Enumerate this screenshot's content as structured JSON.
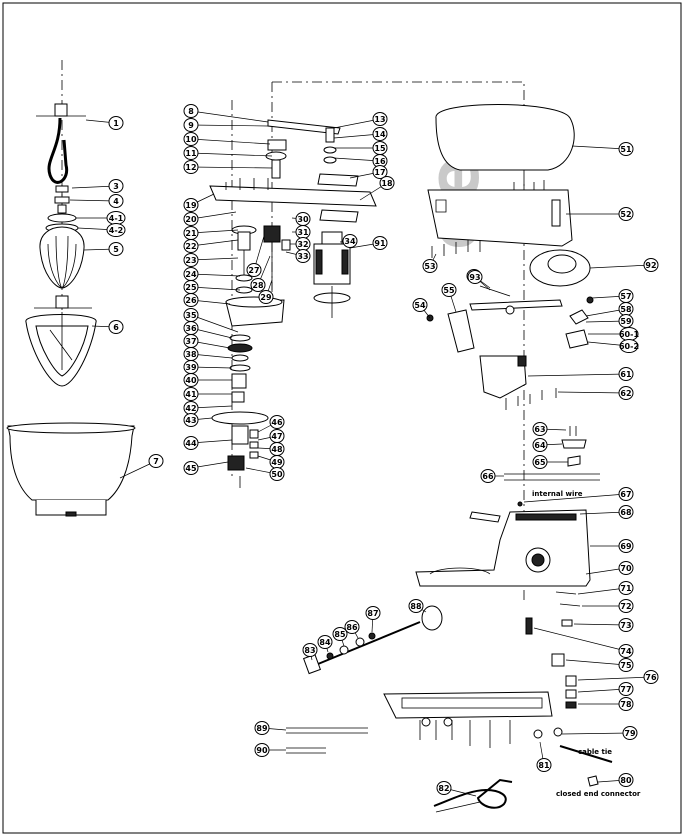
{
  "watermark": "ee",
  "callouts": [
    {
      "id": "c1",
      "label": "1"
    },
    {
      "id": "c3",
      "label": "3"
    },
    {
      "id": "c4",
      "label": "4"
    },
    {
      "id": "c4_1",
      "label": "4-1"
    },
    {
      "id": "c4_2",
      "label": "4-2"
    },
    {
      "id": "c5",
      "label": "5"
    },
    {
      "id": "c6",
      "label": "6"
    },
    {
      "id": "c7",
      "label": "7"
    },
    {
      "id": "c8",
      "label": "8"
    },
    {
      "id": "c9",
      "label": "9"
    },
    {
      "id": "c10",
      "label": "10"
    },
    {
      "id": "c11",
      "label": "11"
    },
    {
      "id": "c12",
      "label": "12"
    },
    {
      "id": "c13",
      "label": "13"
    },
    {
      "id": "c14",
      "label": "14"
    },
    {
      "id": "c15",
      "label": "15"
    },
    {
      "id": "c16",
      "label": "16"
    },
    {
      "id": "c17",
      "label": "17"
    },
    {
      "id": "c18",
      "label": "18"
    },
    {
      "id": "c19",
      "label": "19"
    },
    {
      "id": "c20",
      "label": "20"
    },
    {
      "id": "c21",
      "label": "21"
    },
    {
      "id": "c22",
      "label": "22"
    },
    {
      "id": "c23",
      "label": "23"
    },
    {
      "id": "c24",
      "label": "24"
    },
    {
      "id": "c25",
      "label": "25"
    },
    {
      "id": "c26",
      "label": "26"
    },
    {
      "id": "c27",
      "label": "27"
    },
    {
      "id": "c28",
      "label": "28"
    },
    {
      "id": "c29",
      "label": "29"
    },
    {
      "id": "c30",
      "label": "30"
    },
    {
      "id": "c31",
      "label": "31"
    },
    {
      "id": "c32",
      "label": "32"
    },
    {
      "id": "c33",
      "label": "33"
    },
    {
      "id": "c34",
      "label": "34"
    },
    {
      "id": "c35",
      "label": "35"
    },
    {
      "id": "c36",
      "label": "36"
    },
    {
      "id": "c37",
      "label": "37"
    },
    {
      "id": "c38",
      "label": "38"
    },
    {
      "id": "c39",
      "label": "39"
    },
    {
      "id": "c40",
      "label": "40"
    },
    {
      "id": "c41",
      "label": "41"
    },
    {
      "id": "c42",
      "label": "42"
    },
    {
      "id": "c43",
      "label": "43"
    },
    {
      "id": "c44",
      "label": "44"
    },
    {
      "id": "c45",
      "label": "45"
    },
    {
      "id": "c46",
      "label": "46"
    },
    {
      "id": "c47",
      "label": "47"
    },
    {
      "id": "c48",
      "label": "48"
    },
    {
      "id": "c49",
      "label": "49"
    },
    {
      "id": "c50",
      "label": "50"
    },
    {
      "id": "c51",
      "label": "51"
    },
    {
      "id": "c52",
      "label": "52"
    },
    {
      "id": "c53",
      "label": "53"
    },
    {
      "id": "c54",
      "label": "54"
    },
    {
      "id": "c55",
      "label": "55"
    },
    {
      "id": "c56",
      "label": "56"
    },
    {
      "id": "c57",
      "label": "57"
    },
    {
      "id": "c58",
      "label": "58"
    },
    {
      "id": "c59",
      "label": "59"
    },
    {
      "id": "c60_1",
      "label": "60-1"
    },
    {
      "id": "c60_2",
      "label": "60-2"
    },
    {
      "id": "c61",
      "label": "61"
    },
    {
      "id": "c62",
      "label": "62"
    },
    {
      "id": "c63",
      "label": "63"
    },
    {
      "id": "c64",
      "label": "64"
    },
    {
      "id": "c65",
      "label": "65"
    },
    {
      "id": "c66",
      "label": "66"
    },
    {
      "id": "c67",
      "label": "67"
    },
    {
      "id": "c68",
      "label": "68"
    },
    {
      "id": "c69",
      "label": "69"
    },
    {
      "id": "c70",
      "label": "70"
    },
    {
      "id": "c71",
      "label": "71"
    },
    {
      "id": "c72",
      "label": "72"
    },
    {
      "id": "c73",
      "label": "73"
    },
    {
      "id": "c74",
      "label": "74"
    },
    {
      "id": "c75",
      "label": "75"
    },
    {
      "id": "c76",
      "label": "76"
    },
    {
      "id": "c77",
      "label": "77"
    },
    {
      "id": "c78",
      "label": "78"
    },
    {
      "id": "c79",
      "label": "79"
    },
    {
      "id": "c80",
      "label": "80"
    },
    {
      "id": "c81",
      "label": "81"
    },
    {
      "id": "c82",
      "label": "82"
    },
    {
      "id": "c83",
      "label": "83"
    },
    {
      "id": "c84",
      "label": "84"
    },
    {
      "id": "c85",
      "label": "85"
    },
    {
      "id": "c86",
      "label": "86"
    },
    {
      "id": "c87",
      "label": "87"
    },
    {
      "id": "c88",
      "label": "88"
    },
    {
      "id": "c89",
      "label": "89"
    },
    {
      "id": "c90",
      "label": "90"
    },
    {
      "id": "c91",
      "label": "91"
    },
    {
      "id": "c92",
      "label": "92"
    },
    {
      "id": "c93",
      "label": "93"
    }
  ],
  "text_labels": {
    "internal_wire": "internal wire",
    "cable_tie": "cable tie",
    "closed_end_connector": "closed end connector"
  }
}
